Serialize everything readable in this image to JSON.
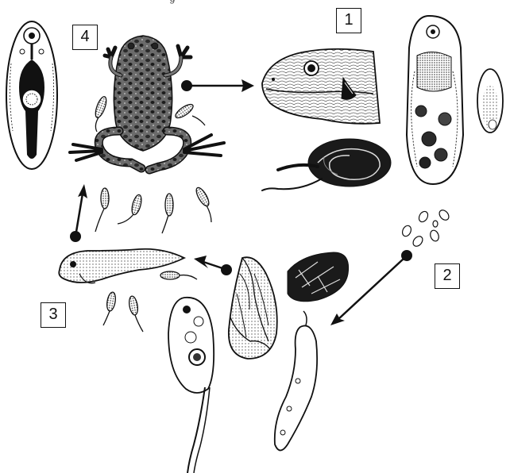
{
  "top_text": "g",
  "stage_labels": {
    "label_1": "1",
    "label_2": "2",
    "label_3": "3",
    "label_4": "4"
  },
  "colors": {
    "ink": "#111111",
    "paper": "#ffffff",
    "stipple": "#555555"
  },
  "icons": [
    "snake-icon",
    "frog-icon",
    "snail-icon",
    "tadpole-icon",
    "fluke-icon",
    "egg-icon",
    "cercaria-icon",
    "sporocyst-icon",
    "arrow-icon"
  ]
}
